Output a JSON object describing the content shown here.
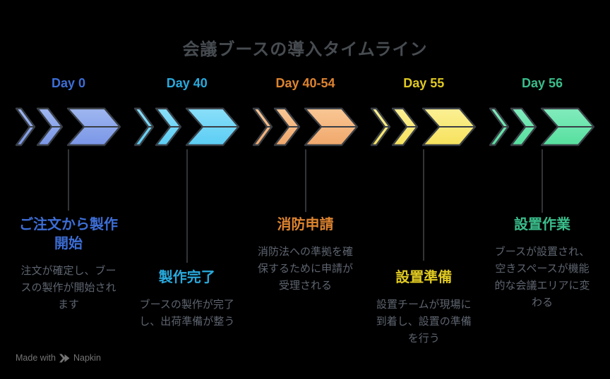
{
  "title": "会議ブースの導入タイムライン",
  "colors": {
    "background": "#000000",
    "title_text": "#474C51",
    "body_text": "#5E6570",
    "chevron_outline": "#3A3F46",
    "connector_line": "#64686E",
    "watermark": "#747474"
  },
  "stages": [
    {
      "day": "Day 0",
      "heading": "ご注文から製作\n開始",
      "body": "注文が確定し、ブー\nスの製作が開始され\nます",
      "accent": "#3D6ED6",
      "chevron_top": "#9FB7F0",
      "chevron_bottom": "#7A96E7"
    },
    {
      "day": "Day 40",
      "heading": "製作完了",
      "body": "ブースの製作が完了\nし、出荷準備が整う",
      "accent": "#29A9DC",
      "chevron_top": "#8ADFF9",
      "chevron_bottom": "#5BCDF4"
    },
    {
      "day": "Day 40-54",
      "heading": "消防申請",
      "body": "消防法への準拠を確\n保するために申請が\n受理される",
      "accent": "#DE8430",
      "chevron_top": "#F9C795",
      "chevron_bottom": "#F0A76B"
    },
    {
      "day": "Day 55",
      "heading": "設置準備",
      "body": "設置チームが現場に\n到着し、設置の準備\nを行う",
      "accent": "#E0C922",
      "chevron_top": "#FBF095",
      "chevron_bottom": "#F6E25C"
    },
    {
      "day": "Day 56",
      "heading": "設置作業",
      "body": "ブースが設置され、\n空きスペースが機能\n的な会議エリアに変\nわる",
      "accent": "#3ABD8B",
      "chevron_top": "#82EBBD",
      "chevron_bottom": "#56DF9E"
    }
  ],
  "footer": {
    "made_with": "Made with",
    "brand": "Napkin"
  }
}
